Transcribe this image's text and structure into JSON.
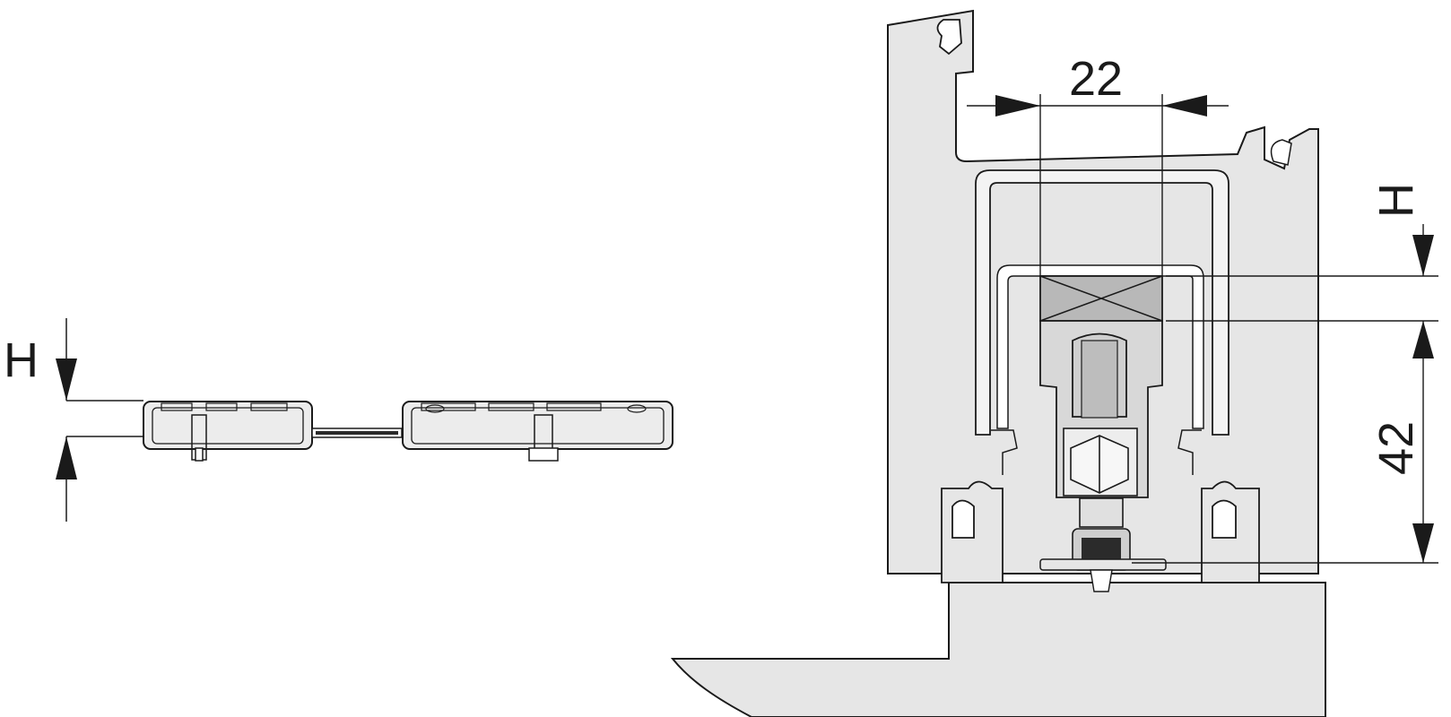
{
  "labels": {
    "left_height": "H",
    "right_height": "H",
    "width_22": "22",
    "height_42": "42"
  },
  "colors": {
    "line": "#1a1a1a",
    "profile_fill": "#e6e6e6",
    "block_fill": "#b8b8b8",
    "wheel_fill": "#cfcfcf",
    "dark_fill": "#2b2b2b",
    "background": "#ffffff"
  }
}
